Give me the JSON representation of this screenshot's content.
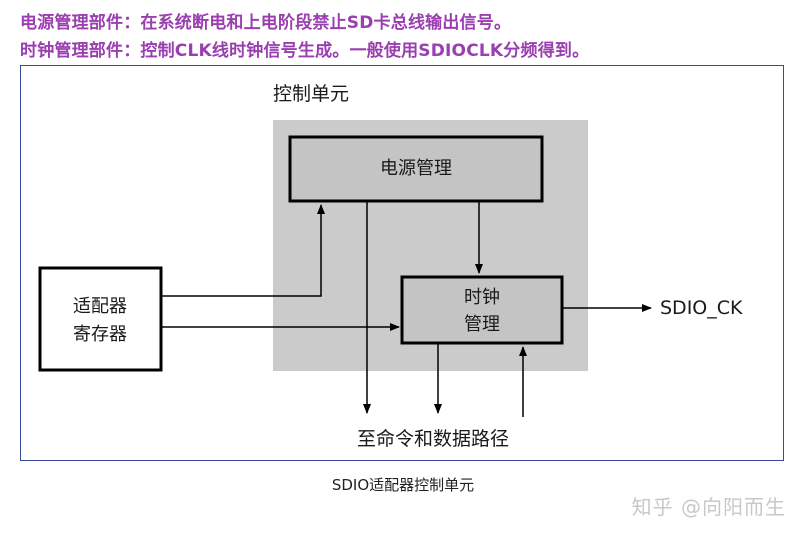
{
  "headings": {
    "power_desc": "电源管理部件：在系统断电和上电阶段禁止SD卡总线输出信号。",
    "clock_desc": "时钟管理部件：控制CLK线时钟信号生成。一般使用SDIOCLK分频得到。"
  },
  "diagram": {
    "control_unit_label": "控制单元",
    "power_box": "电源管理",
    "clock_box_line1": "时钟",
    "clock_box_line2": "管理",
    "adapter_box_line1": "适配器",
    "adapter_box_line2": "寄存器",
    "output_label": "SDIO_CK",
    "bottom_label": "至命令和数据路径"
  },
  "caption": "SDIO适配器控制单元",
  "watermark": "知乎 @向阳而生",
  "colors": {
    "heading": "#9b3fb0",
    "frame_border": "#3a4a9a",
    "control_unit_fill": "#cbcbcb",
    "box_fill": "#c4c4c4"
  }
}
